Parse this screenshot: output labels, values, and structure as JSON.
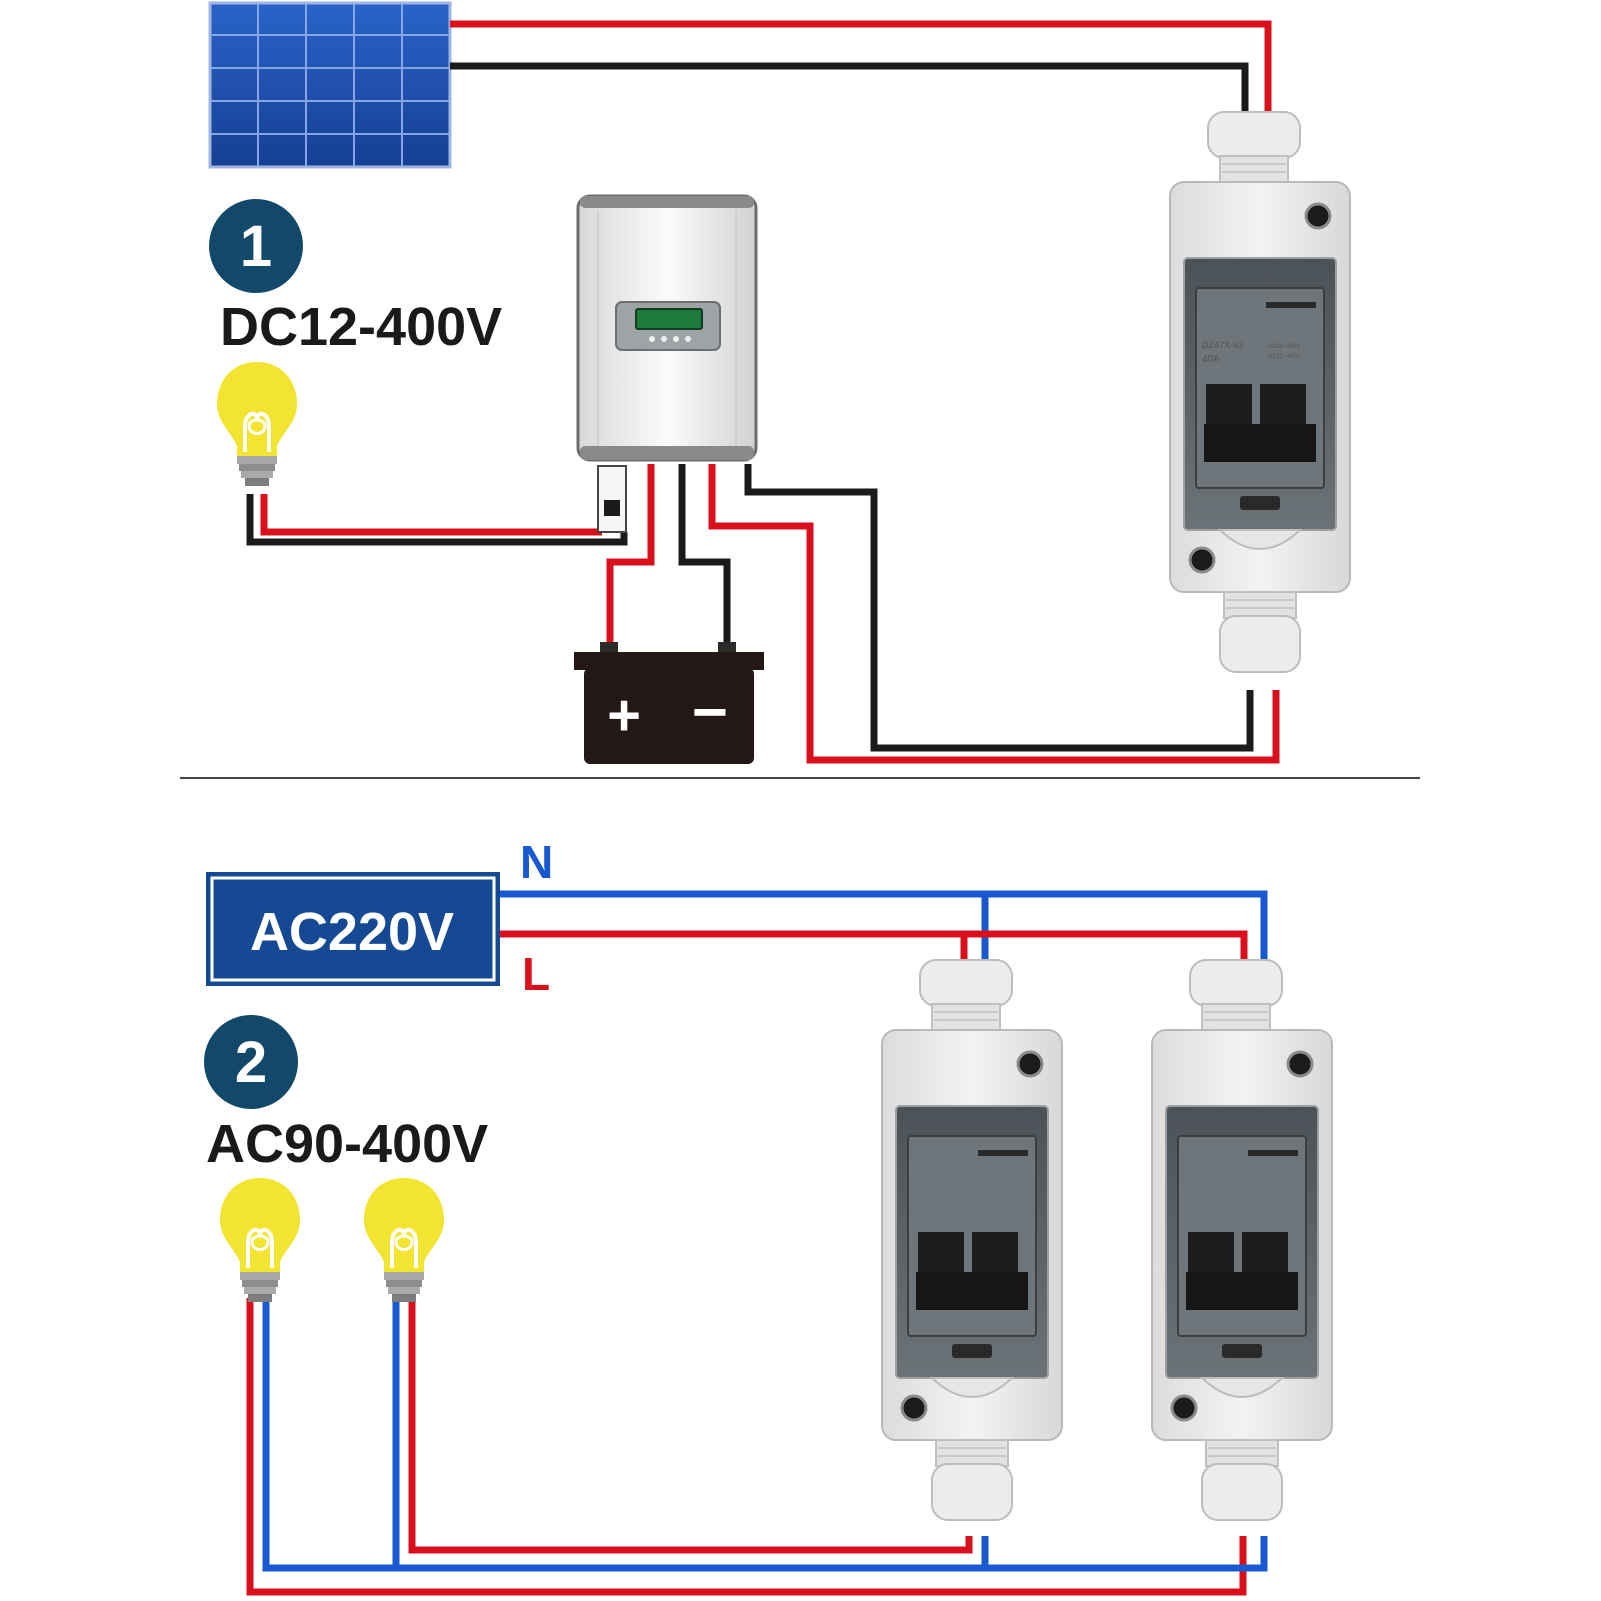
{
  "diagram": {
    "section1": {
      "number": "1",
      "voltage": "DC12-400V"
    },
    "section2": {
      "number": "2",
      "voltage": "AC90-400V",
      "source": "AC220V",
      "neutral": "N",
      "line": "L"
    },
    "breaker": {
      "model": "DZ47X-63",
      "rating": "40A",
      "ac_range": "AC90~400V",
      "dc_range": "DC12~400V"
    },
    "battery": {
      "plus": "+",
      "minus": "−"
    }
  },
  "colors": {
    "red_wire": "#d9101c",
    "black_wire": "#1a1a1a",
    "blue_wire": "#1858d0",
    "badge": "#12496a",
    "ac_box": "#164994",
    "bulb": "#f2e431",
    "panel": "#1f4fa8"
  }
}
